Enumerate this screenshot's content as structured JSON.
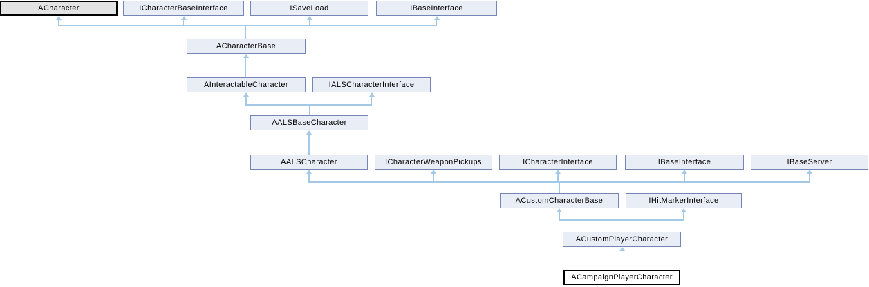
{
  "diagram": {
    "type": "class-inheritance-graph",
    "current_class": "ACampaignPlayerCharacter",
    "colors": {
      "background": "#FFFFFF",
      "node_fill": "#E9EDF6",
      "node_border": "#7585B5",
      "grey_node_fill": "#E3E3E3",
      "grey_node_border": "#000000",
      "current_node_fill": "#FFFFFF",
      "current_node_border": "#000000",
      "edge": "#A3C9E6",
      "text": "#000000"
    },
    "nodes": [
      {
        "label": "ACharacter",
        "style": "grey"
      },
      {
        "label": "ICharacterBaseInterface",
        "style": "link"
      },
      {
        "label": "ISaveLoad",
        "style": "link"
      },
      {
        "label": "IBaseInterface",
        "style": "link"
      },
      {
        "label": "ACharacterBase",
        "style": "link"
      },
      {
        "label": "AInteractableCharacter",
        "style": "link"
      },
      {
        "label": "IALSCharacterInterface",
        "style": "link"
      },
      {
        "label": "AALSBaseCharacter",
        "style": "link"
      },
      {
        "label": "AALSCharacter",
        "style": "link"
      },
      {
        "label": "ICharacterWeaponPickups",
        "style": "link"
      },
      {
        "label": "ICharacterInterface",
        "style": "link"
      },
      {
        "label": "IBaseInterface",
        "style": "link"
      },
      {
        "label": "IBaseServer",
        "style": "link"
      },
      {
        "label": "ACustomCharacterBase",
        "style": "link"
      },
      {
        "label": "IHitMarkerInterface",
        "style": "link"
      },
      {
        "label": "ACustomPlayerCharacter",
        "style": "link"
      },
      {
        "label": "ACampaignPlayerCharacter",
        "style": "current"
      }
    ],
    "edges": [
      {
        "child": "ACharacterBase",
        "parent": "ACharacter"
      },
      {
        "child": "ACharacterBase",
        "parent": "ICharacterBaseInterface"
      },
      {
        "child": "ACharacterBase",
        "parent": "ISaveLoad"
      },
      {
        "child": "ACharacterBase",
        "parent": "IBaseInterface"
      },
      {
        "child": "AInteractableCharacter",
        "parent": "ACharacterBase"
      },
      {
        "child": "AALSBaseCharacter",
        "parent": "AInteractableCharacter"
      },
      {
        "child": "AALSBaseCharacter",
        "parent": "IALSCharacterInterface"
      },
      {
        "child": "AALSCharacter",
        "parent": "AALSBaseCharacter"
      },
      {
        "child": "ACustomCharacterBase",
        "parent": "AALSCharacter"
      },
      {
        "child": "ACustomCharacterBase",
        "parent": "ICharacterWeaponPickups"
      },
      {
        "child": "ACustomCharacterBase",
        "parent": "ICharacterInterface"
      },
      {
        "child": "ACustomCharacterBase",
        "parent": "IBaseInterface"
      },
      {
        "child": "ACustomCharacterBase",
        "parent": "IBaseServer"
      },
      {
        "child": "ACustomPlayerCharacter",
        "parent": "ACustomCharacterBase"
      },
      {
        "child": "ACustomPlayerCharacter",
        "parent": "IHitMarkerInterface"
      },
      {
        "child": "ACampaignPlayerCharacter",
        "parent": "ACustomPlayerCharacter"
      }
    ]
  }
}
